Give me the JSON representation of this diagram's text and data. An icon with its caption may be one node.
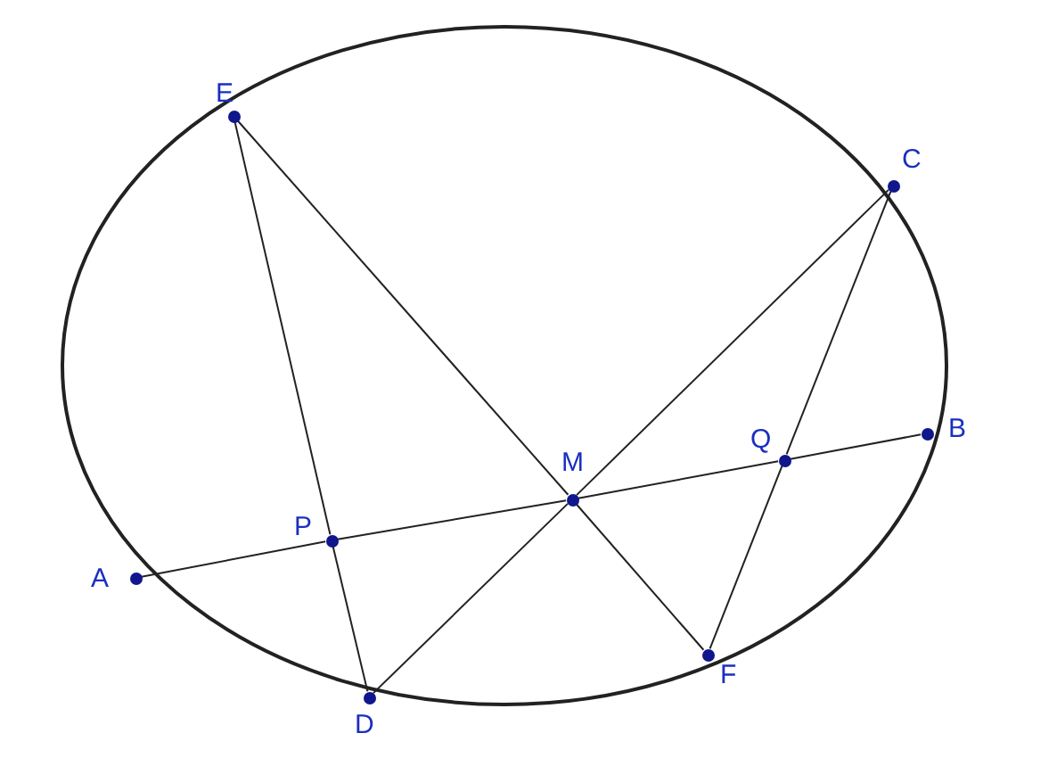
{
  "diagram": {
    "nodes": [
      {
        "text": [
          "E"
        ]
      },
      {
        "text": [
          "C"
        ]
      },
      {
        "text": [
          "M"
        ]
      },
      {
        "text": [
          "Q"
        ]
      },
      {
        "text": [
          "B"
        ]
      },
      {
        "text": [
          "P"
        ]
      },
      {
        "text": [
          "A"
        ]
      },
      {
        "text": [
          "F"
        ]
      },
      {
        "text": [
          "D"
        ]
      }
    ],
    "edges": [
      {
        "from": 6,
        "to": 5,
        "arrow": "none"
      },
      {
        "from": 5,
        "to": 2,
        "arrow": "none"
      },
      {
        "from": 2,
        "to": 3,
        "arrow": "none"
      },
      {
        "from": 3,
        "to": 4,
        "arrow": "none"
      },
      {
        "from": 1,
        "to": 2,
        "arrow": "none"
      },
      {
        "from": 2,
        "to": 8,
        "arrow": "none"
      },
      {
        "from": 0,
        "to": 2,
        "arrow": "none"
      },
      {
        "from": 2,
        "to": 7,
        "arrow": "none"
      },
      {
        "from": 0,
        "to": 5,
        "arrow": "none"
      },
      {
        "from": 5,
        "to": 8,
        "arrow": "none"
      },
      {
        "from": 1,
        "to": 3,
        "arrow": "none"
      },
      {
        "from": 3,
        "to": 7,
        "arrow": "none"
      }
    ]
  }
}
